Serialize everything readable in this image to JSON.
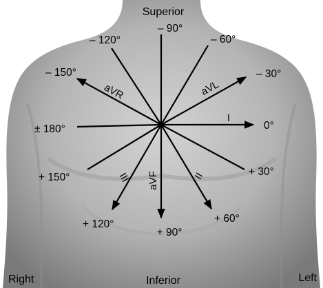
{
  "labels": {
    "superior": "Superior",
    "inferior": "Inferior",
    "right": "Right",
    "left": "Left"
  },
  "angles": {
    "m90": "– 90°",
    "m120": "– 120°",
    "m60": "– 60°",
    "m150": "– 150°",
    "m30": "– 30°",
    "p180": "± 180°",
    "zero": "0°",
    "p150": "+ 150°",
    "p30": "+ 30°",
    "p120": "+ 120°",
    "p90": "+ 90°",
    "p60": "+ 60°"
  },
  "leads": {
    "avr": "aVR",
    "avl": "aVL",
    "i": "I",
    "ii": "II",
    "iii": "III",
    "avf": "aVF"
  },
  "colors": {
    "background": "#ffffff",
    "skin_light": "#c8c8c8",
    "skin_dark": "#7e7e7e",
    "ink": "#000000"
  }
}
